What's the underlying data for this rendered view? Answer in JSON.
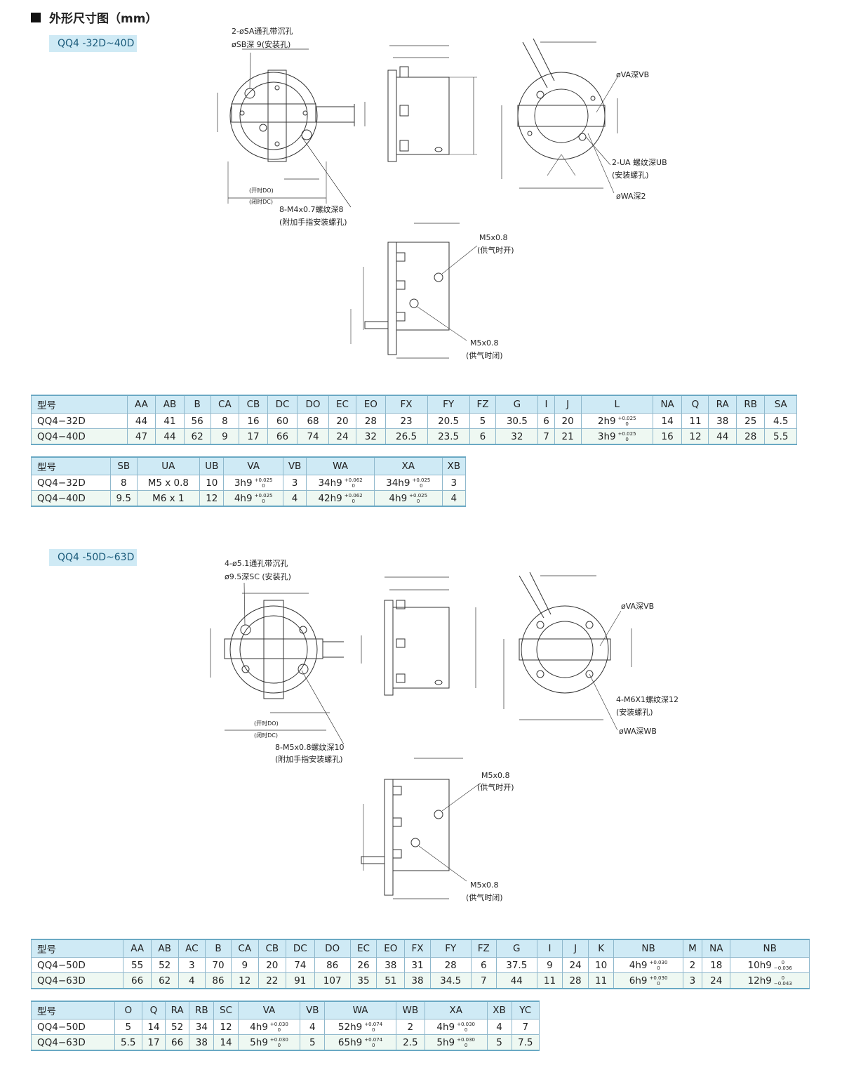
{
  "heading": "外形尺寸图（mm）",
  "section1": {
    "tag": "QQ4 -32D~40D",
    "labels": {
      "hole_a": "2-øSA通孔带沉孔",
      "hole_b": "øSB深 9(安装孔)",
      "thread": "8-M4x0.7螺纹深8",
      "thread_note": "(附加手指安装螺孔)",
      "va": "øVA深VB",
      "ua": "2-UA 螺纹深UB",
      "ua_note": "(安装螺孔)",
      "wa": "øWA深2",
      "m5_open": "M5x0.8",
      "open_note": "(供气时开)",
      "m5_close": "M5x0.8",
      "close_note": "(供气时闭)",
      "do": "(开时DO)",
      "dc": "(闭时DC)"
    },
    "table1": {
      "headers": [
        "型号",
        "AA",
        "AB",
        "B",
        "CA",
        "CB",
        "DC",
        "DO",
        "EC",
        "EO",
        "FX",
        "FY",
        "FZ",
        "G",
        "I",
        "J",
        "L",
        "NA",
        "Q",
        "RA",
        "RB",
        "SA"
      ],
      "rows": [
        [
          "QQ4−32D",
          "44",
          "41",
          "56",
          "8",
          "16",
          "60",
          "68",
          "20",
          "28",
          "23",
          "20.5",
          "5",
          "30.5",
          "6",
          "20",
          {
            "v": "2h9",
            "t": "+0.025",
            "b": "0"
          },
          "14",
          "11",
          "38",
          "25",
          "4.5"
        ],
        [
          "QQ4−40D",
          "47",
          "44",
          "62",
          "9",
          "17",
          "66",
          "74",
          "24",
          "32",
          "26.5",
          "23.5",
          "6",
          "32",
          "7",
          "21",
          {
            "v": "3h9",
            "t": "+0.025",
            "b": "0"
          },
          "16",
          "12",
          "44",
          "28",
          "5.5"
        ]
      ]
    },
    "table2": {
      "headers": [
        "型号",
        "SB",
        "UA",
        "UB",
        "VA",
        "VB",
        "WA",
        "XA",
        "XB"
      ],
      "rows": [
        [
          "QQ4−32D",
          "8",
          "M5 x 0.8",
          "10",
          {
            "v": "3h9",
            "t": "+0.025",
            "b": "0"
          },
          "3",
          {
            "v": "34h9",
            "t": "+0.062",
            "b": "0"
          },
          {
            "v": "34h9",
            "t": "+0.025",
            "b": "0"
          },
          "3"
        ],
        [
          "QQ4−40D",
          "9.5",
          "M6 x 1",
          "12",
          {
            "v": "4h9",
            "t": "+0.025",
            "b": "0"
          },
          "4",
          {
            "v": "42h9",
            "t": "+0.062",
            "b": "0"
          },
          {
            "v": "4h9",
            "t": "+0.025",
            "b": "0"
          },
          "4"
        ]
      ]
    }
  },
  "section2": {
    "tag": "QQ4 -50D~63D",
    "labels": {
      "hole_a": "4-ø5.1通孔带沉孔",
      "hole_b": "ø9.5深SC (安装孔)",
      "thread": "8-M5x0.8螺纹深10",
      "thread_note": "(附加手指安装螺孔)",
      "va": "øVA深VB",
      "m6": "4-M6X1螺纹深12",
      "m6_note": "(安装螺孔)",
      "wa": "øWA深WB",
      "m5_open": "M5x0.8",
      "open_note": "(供气时开)",
      "m5_close": "M5x0.8",
      "close_note": "(供气时闭)",
      "do": "(开时DO)",
      "dc": "(闭时DC)"
    },
    "table1": {
      "headers": [
        "型号",
        "AA",
        "AB",
        "AC",
        "B",
        "CA",
        "CB",
        "DC",
        "DO",
        "EC",
        "EO",
        "FX",
        "FY",
        "FZ",
        "G",
        "I",
        "J",
        "K",
        "NB",
        "M",
        "NA",
        "NB"
      ],
      "rows": [
        [
          "QQ4−50D",
          "55",
          "52",
          "3",
          "70",
          "9",
          "20",
          "74",
          "86",
          "26",
          "38",
          "31",
          "28",
          "6",
          "37.5",
          "9",
          "24",
          "10",
          {
            "v": "4h9",
            "t": "+0.030",
            "b": "0"
          },
          "2",
          "18",
          {
            "v": "10h9",
            "t": "0",
            "b": "−0.036"
          }
        ],
        [
          "QQ4−63D",
          "66",
          "62",
          "4",
          "86",
          "12",
          "22",
          "91",
          "107",
          "35",
          "51",
          "38",
          "34.5",
          "7",
          "44",
          "11",
          "28",
          "11",
          {
            "v": "6h9",
            "t": "+0.030",
            "b": "0"
          },
          "3",
          "24",
          {
            "v": "12h9",
            "t": "0",
            "b": "−0.043"
          }
        ]
      ]
    },
    "table2": {
      "headers": [
        "型号",
        "O",
        "Q",
        "RA",
        "RB",
        "SC",
        "VA",
        "VB",
        "WA",
        "WB",
        "XA",
        "XB",
        "YC"
      ],
      "rows": [
        [
          "QQ4−50D",
          "5",
          "14",
          "52",
          "34",
          "12",
          {
            "v": "4h9",
            "t": "+0.030",
            "b": "0"
          },
          "4",
          {
            "v": "52h9",
            "t": "+0.074",
            "b": "0"
          },
          "2",
          {
            "v": "4h9",
            "t": "+0.030",
            "b": "0"
          },
          "4",
          "7"
        ],
        [
          "QQ4−63D",
          "5.5",
          "17",
          "66",
          "38",
          "14",
          {
            "v": "5h9",
            "t": "+0.030",
            "b": "0"
          },
          "5",
          {
            "v": "65h9",
            "t": "+0.074",
            "b": "0"
          },
          "2.5",
          {
            "v": "5h9",
            "t": "+0.030",
            "b": "0"
          },
          "5",
          "7.5"
        ]
      ]
    }
  }
}
